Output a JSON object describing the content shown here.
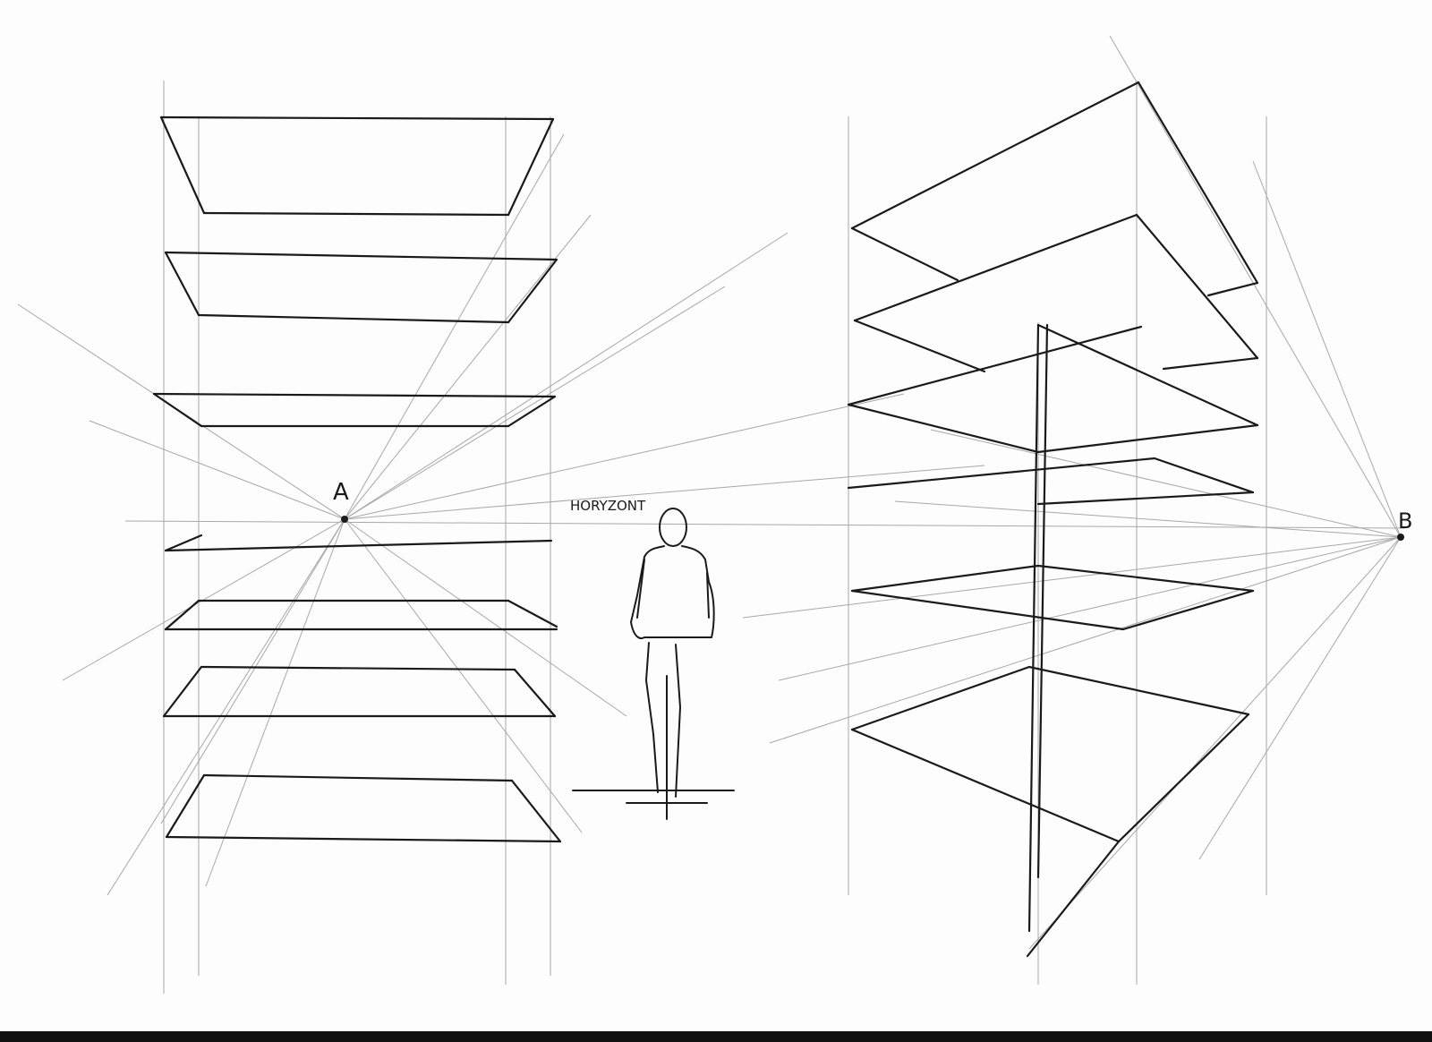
{
  "labels": {
    "vanishing_point_a": "A",
    "vanishing_point_b": "B",
    "horizon": "HORYZONT"
  },
  "colors": {
    "paper": "#fdfdfd",
    "ink": "#1a1a1a",
    "construction": "#9a9a9a"
  }
}
